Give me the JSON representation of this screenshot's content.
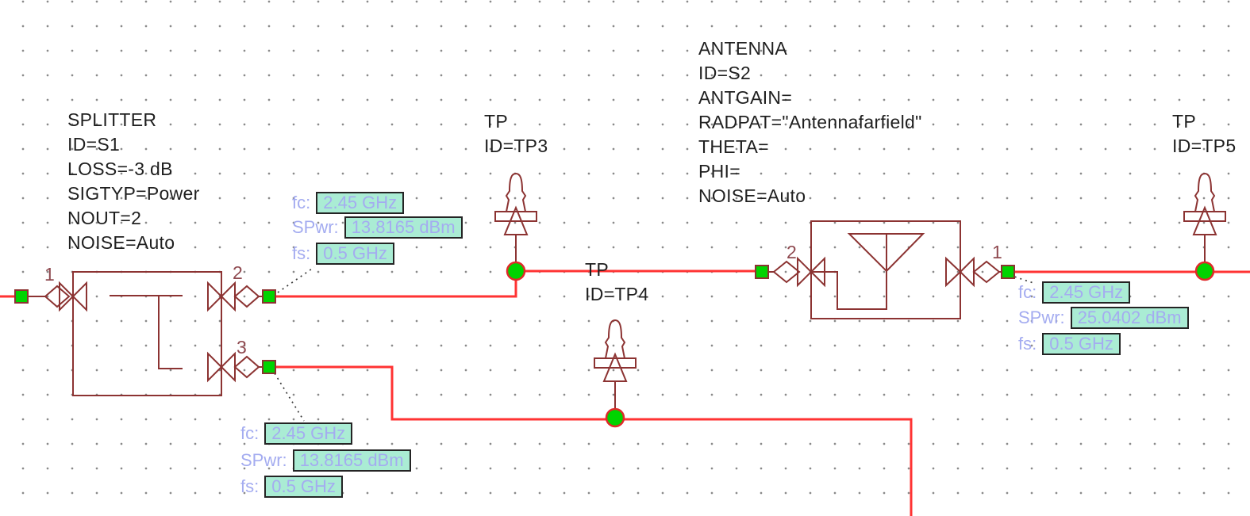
{
  "app": {
    "view": "schematic-canvas",
    "tool": "rf-system-schematic"
  },
  "colors": {
    "wire": "#ff3333",
    "symbol": "#8c3332",
    "node_fill": "#00d400",
    "node_stroke": "#e02a2a",
    "value_box_fill": "#aaecd4",
    "value_box_border": "#242424",
    "measurement_text": "#a4acf0",
    "component_text": "#1f1f1f",
    "port_number_text": "#8f4a50",
    "grid_dot": "#8a8a8a",
    "background": "#ffffff"
  },
  "components": {
    "splitter": {
      "title": "SPLITTER",
      "params": [
        "ID=S1",
        "LOSS=-3 dB",
        "SIGTYP=Power",
        "NOUT=2",
        "NOISE=Auto"
      ],
      "ports": [
        "1",
        "2",
        "3"
      ]
    },
    "antenna": {
      "title": "ANTENNA",
      "params": [
        "ID=S2",
        "ANTGAIN=",
        "RADPAT=\"Antennafarfield\"",
        "THETA=",
        "PHI=",
        "NOISE=Auto"
      ],
      "ports": [
        "2",
        "1"
      ]
    },
    "tp3": {
      "title": "TP",
      "id": "ID=TP3"
    },
    "tp4": {
      "title": "TP",
      "id": "ID=TP4"
    },
    "tp5": {
      "title": "TP",
      "id": "ID=TP5"
    }
  },
  "measurements": {
    "splitter_out2": {
      "rows": [
        {
          "label": "fc:",
          "value": "2.45 GHz"
        },
        {
          "label": "SPwr:",
          "value": "13.8165 dBm"
        },
        {
          "label": "fs:",
          "value": "0.5 GHz"
        }
      ]
    },
    "splitter_out3": {
      "rows": [
        {
          "label": "fc:",
          "value": "2.45 GHz"
        },
        {
          "label": "SPwr:",
          "value": "13.8165 dBm"
        },
        {
          "label": "fs:",
          "value": "0.5 GHz"
        }
      ]
    },
    "antenna_out": {
      "rows": [
        {
          "label": "fc:",
          "value": "2.45 GHz"
        },
        {
          "label": "SPwr:",
          "value": "25.0402 dBm"
        },
        {
          "label": "fs:",
          "value": "0.5 GHz"
        }
      ]
    }
  }
}
